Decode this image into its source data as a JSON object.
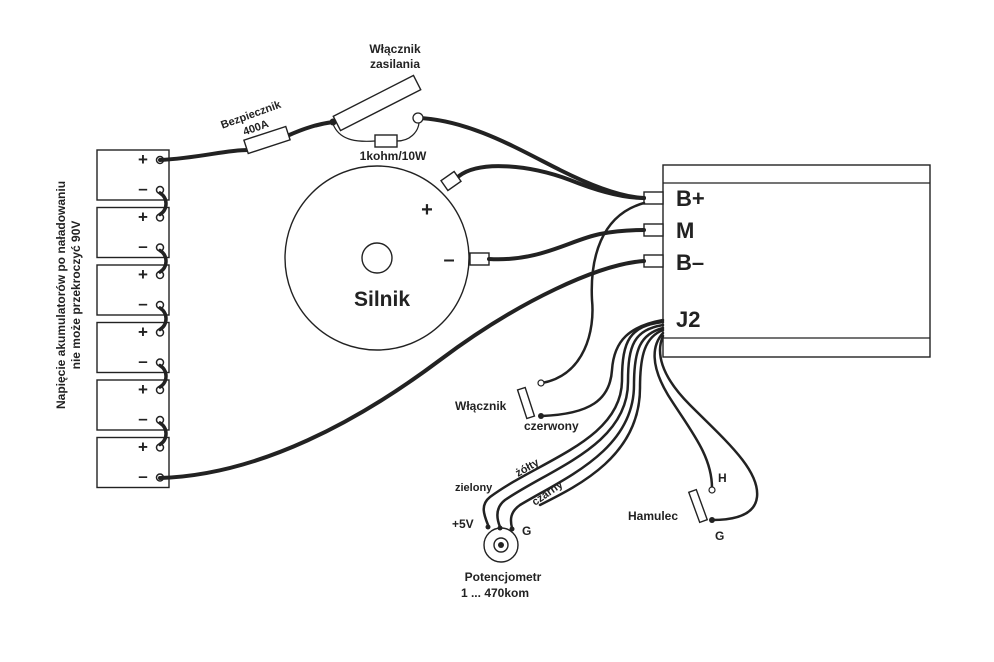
{
  "labels": {
    "power_switch_line1": "Włącznik",
    "power_switch_line2": "zasilania",
    "fuse_line1": "Bezpiecznik",
    "fuse_line2": "400A",
    "resistor": "1kohm/10W",
    "motor": "Silnik",
    "motor_plus": "+",
    "motor_minus": "–",
    "battery_note_line1": "Napięcie akumulatorów po naładowaniu",
    "battery_note_line2": "nie może przekroczyć 90V",
    "battery_plus": "+",
    "battery_minus": "–",
    "terminal_bplus": "B+",
    "terminal_m": "M",
    "terminal_bminus": "B–",
    "terminal_j2": "J2",
    "switch": "Włącznik",
    "wire_red": "czerwony",
    "wire_green": "zielony",
    "wire_yellow": "żółty",
    "wire_black": "czarny",
    "pot_plus5v": "+5V",
    "pot_g": "G",
    "pot_line1": "Potencjometr",
    "pot_line2": "1 ... 470kom",
    "brake": "Hamulec",
    "brake_h": "H",
    "brake_g": "G"
  },
  "battery_count": 6
}
